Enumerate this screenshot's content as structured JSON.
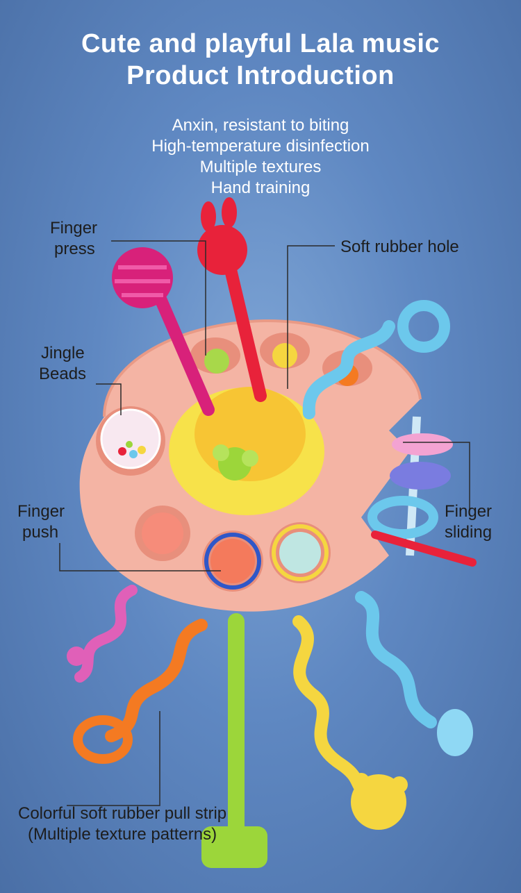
{
  "header": {
    "title_line1": "Cute and playful Lala music",
    "title_line2": "Product Introduction"
  },
  "features": [
    "Anxin, resistant to biting",
    "High-temperature disinfection",
    "Multiple textures",
    "Hand training"
  ],
  "callouts": {
    "finger_press_l1": "Finger",
    "finger_press_l2": "press",
    "soft_rubber_hole": "Soft rubber hole",
    "jingle_l1": "Jingle",
    "jingle_l2": "Beads",
    "finger_push_l1": "Finger",
    "finger_push_l2": "push",
    "finger_sliding_l1": "Finger",
    "finger_sliding_l2": "sliding",
    "pull_strip_l1": "Colorful soft rubber pull strip",
    "pull_strip_l2": "(Multiple texture patterns)"
  },
  "colors": {
    "background": "#5f88c2",
    "base": "#f4b4a4",
    "dome": "#f7c534",
    "red": "#e8223a",
    "magenta": "#d8217a",
    "cyan": "#6cc8ec",
    "orange": "#f47a22",
    "yellow": "#f5d640",
    "lime": "#9cd63a",
    "pink": "#e060b8"
  }
}
